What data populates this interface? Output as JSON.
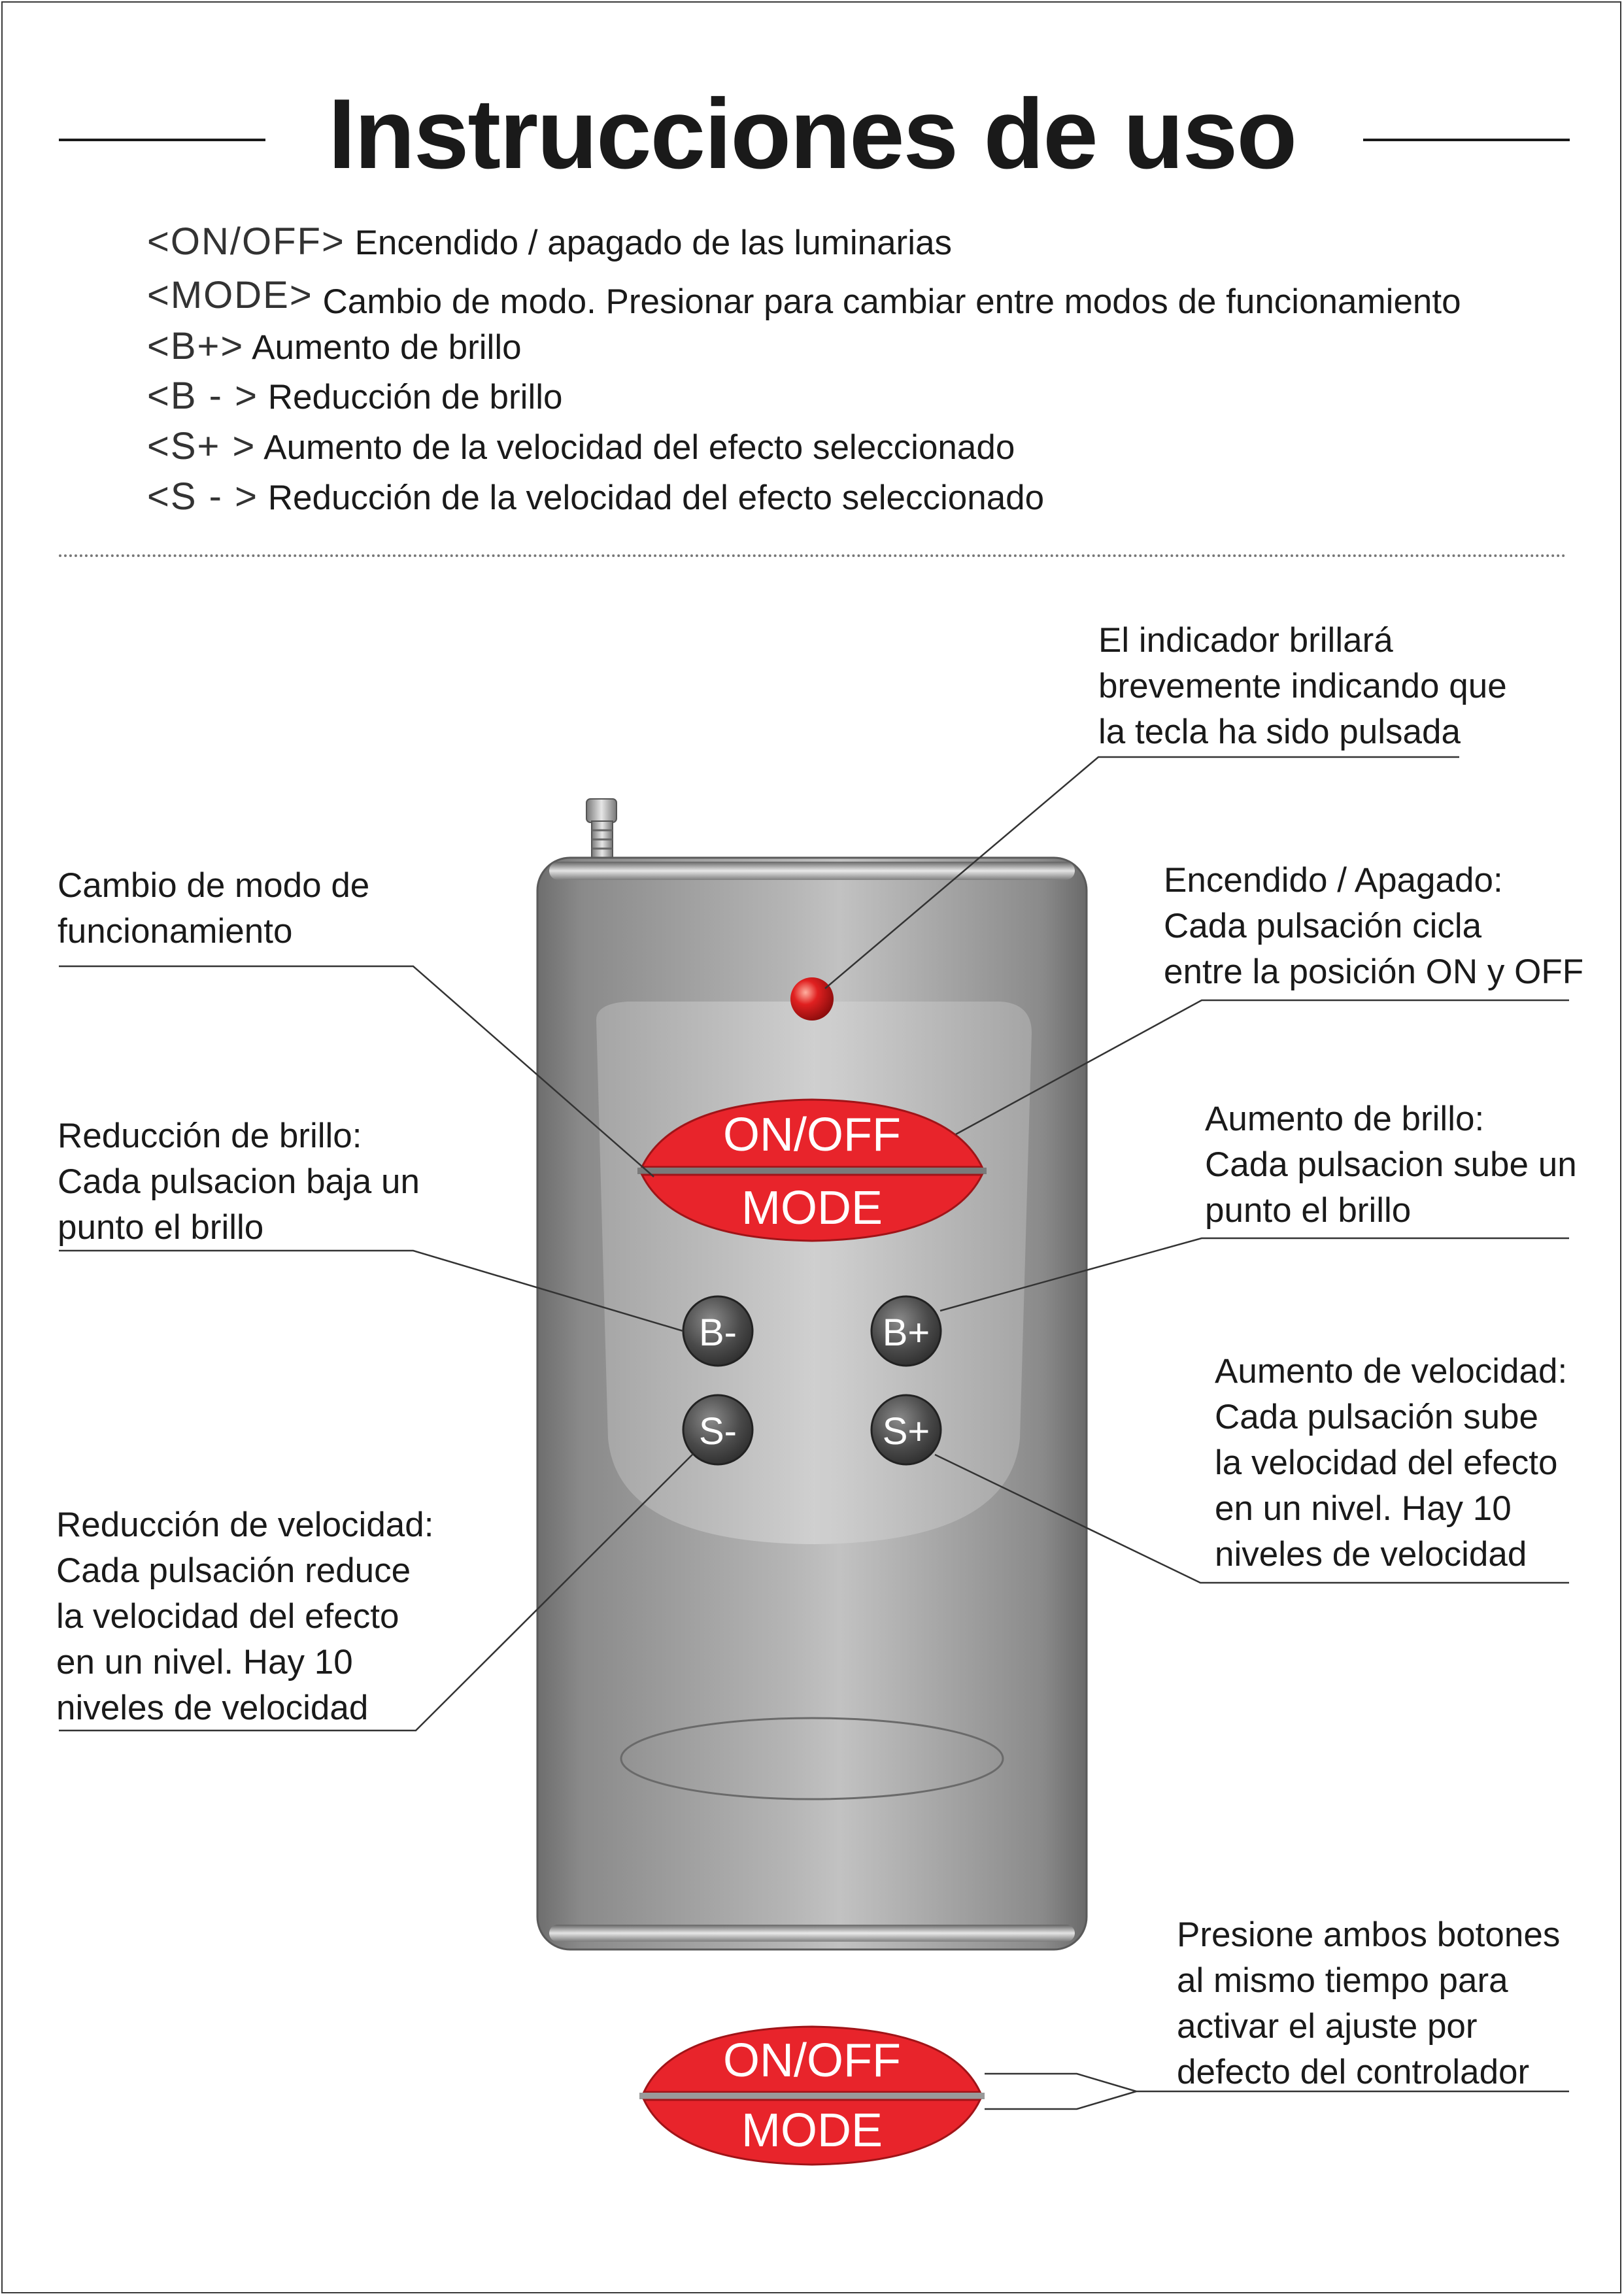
{
  "title": "Instrucciones de uso",
  "legend": [
    {
      "key": "<ON/OFF>",
      "text": "Encendido / apagado de las luminarias"
    },
    {
      "key": "<MODE>",
      "text": "Cambio de modo. Presionar para cambiar entre modos de funcionamiento"
    },
    {
      "key": "<B+>",
      "text": "Aumento de brillo"
    },
    {
      "key": "<B - >",
      "text": "Reducción de brillo"
    },
    {
      "key": "<S+ >",
      "text": "Aumento de la velocidad del efecto seleccionado"
    },
    {
      "key": "<S - >",
      "text": "Reducción de la velocidad del efecto seleccionado"
    }
  ],
  "notes": {
    "indicator": "El indicador brillará\nbrevemente indicando que\nla tecla ha sido pulsada",
    "mode": "Cambio de modo de\nfuncionamiento",
    "onoff": "Encendido / Apagado:\nCada pulsación cicla\nentre la posición ON y OFF",
    "b_minus": "Reducción de brillo:\nCada pulsacion baja un\npunto el brillo",
    "b_plus": "Aumento de brillo:\nCada pulsacion sube un\npunto el brillo",
    "s_plus": "Aumento de velocidad:\nCada pulsación sube\nla velocidad del efecto\nen un nivel. Hay 10\nniveles de velocidad",
    "s_minus": "Reducción de velocidad:\nCada pulsación reduce\nla velocidad del efecto\nen un nivel. Hay 10\nniveles de velocidad",
    "reset": "Presione ambos botones\nal mismo tiempo para\nactivar el ajuste por\ndefecto del controlador"
  },
  "buttons": {
    "onoff": "ON/OFF",
    "mode": "MODE",
    "b_minus": "B-",
    "b_plus": "B+",
    "s_minus": "S-",
    "s_plus": "S+"
  },
  "colors": {
    "button_red": "#e8242b",
    "button_dark": "#4a4a4a",
    "remote_body": "#9a9a9a",
    "indicator_led": "#e02020"
  }
}
